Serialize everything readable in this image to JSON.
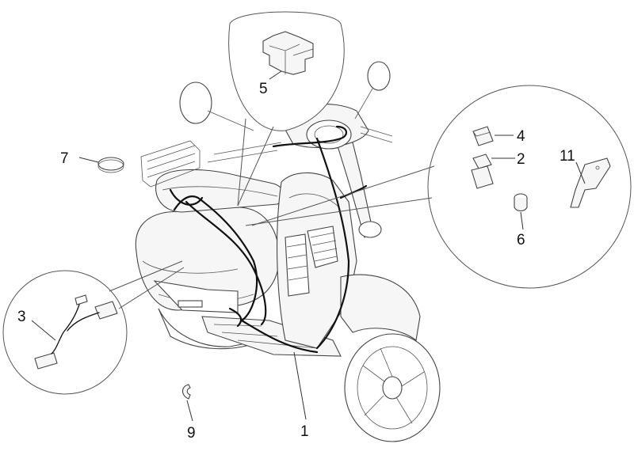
{
  "callouts": {
    "c1": "1",
    "c2": "2",
    "c3": "3",
    "c4": "4",
    "c5": "5",
    "c6": "6",
    "c7": "7",
    "c9": "9",
    "c11": "11"
  },
  "colors": {
    "line": "#333333",
    "wire": "#111111",
    "background": "#ffffff"
  }
}
